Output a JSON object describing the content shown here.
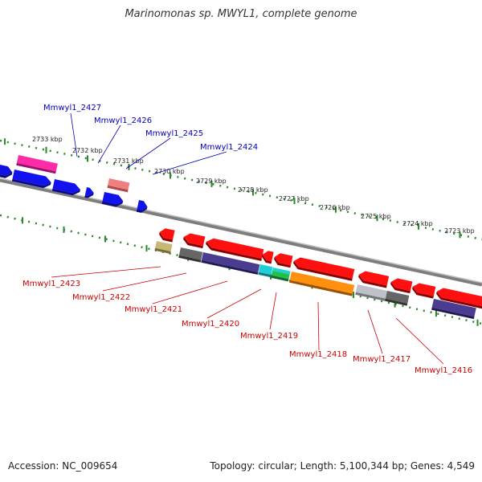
{
  "title": "Marinomonas sp. MWYL1, complete genome",
  "footer": {
    "accession": "Accession: NC_009654",
    "summary": "Topology: circular; Length: 5,100,344 bp; Genes: 4,549"
  },
  "colors": {
    "forward_label": "#0000bb",
    "reverse_label": "#cc0000",
    "backbone": "#8a8a8a",
    "ticks": "#2a8a2a"
  },
  "kbp_labels": [
    "2733 kbp",
    "2732 kbp",
    "2731 kbp",
    "2730 kbp",
    "2729 kbp",
    "2728 kbp",
    "2727 kbp",
    "2726 kbp",
    "2725 kbp",
    "2724 kbp",
    "2723 kbp"
  ],
  "forward_genes": [
    "Mmwyl1_2427",
    "Mmwyl1_2426",
    "Mmwyl1_2425",
    "Mmwyl1_2424"
  ],
  "reverse_genes": [
    "Mmwyl1_2423",
    "Mmwyl1_2422",
    "Mmwyl1_2421",
    "Mmwyl1_2420",
    "Mmwyl1_2419",
    "Mmwyl1_2418",
    "Mmwyl1_2417",
    "Mmwyl1_2416"
  ]
}
